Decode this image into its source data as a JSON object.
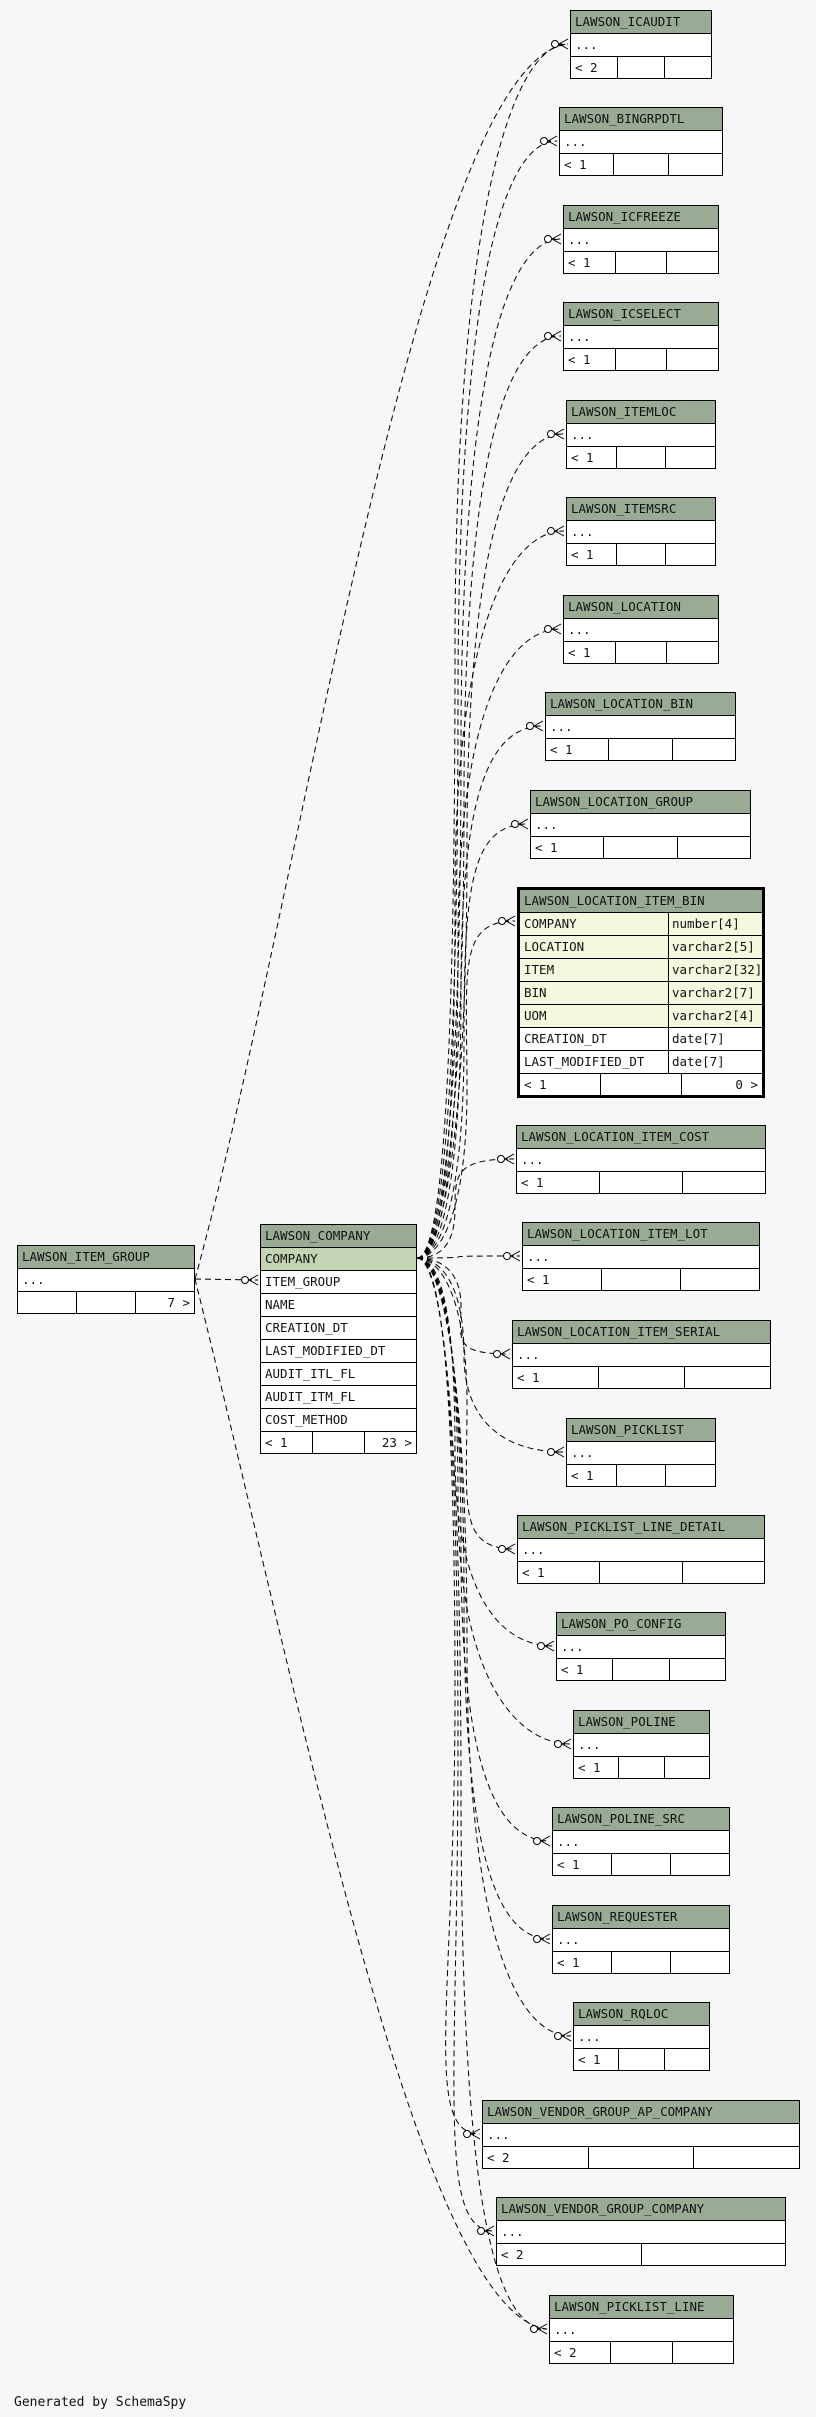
{
  "diagram": {
    "footer": "Generated by SchemaSpy",
    "line_color": "#000000",
    "header_color": "#9aab95",
    "pk_color": "#c3d3b3",
    "key_color": "#f5f7de",
    "tables": {
      "icaudit": {
        "name": "LAWSON_ICAUDIT",
        "rows": [
          {
            "name": "..."
          }
        ],
        "footer": [
          "< 2",
          "",
          ""
        ]
      },
      "bingrpdtl": {
        "name": "LAWSON_BINGRPDTL",
        "rows": [
          {
            "name": "..."
          }
        ],
        "footer": [
          "< 1",
          "",
          ""
        ]
      },
      "icfreeze": {
        "name": "LAWSON_ICFREEZE",
        "rows": [
          {
            "name": "..."
          }
        ],
        "footer": [
          "< 1",
          "",
          ""
        ]
      },
      "icselect": {
        "name": "LAWSON_ICSELECT",
        "rows": [
          {
            "name": "..."
          }
        ],
        "footer": [
          "< 1",
          "",
          ""
        ]
      },
      "itemloc": {
        "name": "LAWSON_ITEMLOC",
        "rows": [
          {
            "name": "..."
          }
        ],
        "footer": [
          "< 1",
          "",
          ""
        ]
      },
      "itemsrc": {
        "name": "LAWSON_ITEMSRC",
        "rows": [
          {
            "name": "..."
          }
        ],
        "footer": [
          "< 1",
          "",
          ""
        ]
      },
      "location": {
        "name": "LAWSON_LOCATION",
        "rows": [
          {
            "name": "..."
          }
        ],
        "footer": [
          "< 1",
          "",
          ""
        ]
      },
      "location_bin": {
        "name": "LAWSON_LOCATION_BIN",
        "rows": [
          {
            "name": "..."
          }
        ],
        "footer": [
          "< 1",
          "",
          ""
        ]
      },
      "location_group": {
        "name": "LAWSON_LOCATION_GROUP",
        "rows": [
          {
            "name": "..."
          }
        ],
        "footer": [
          "< 1",
          "",
          ""
        ]
      },
      "location_item_bin": {
        "name": "LAWSON_LOCATION_ITEM_BIN",
        "rows": [
          {
            "name": "COMPANY",
            "type": "number[4]",
            "key": true
          },
          {
            "name": "LOCATION",
            "type": "varchar2[5]",
            "key": true
          },
          {
            "name": "ITEM",
            "type": "varchar2[32]",
            "key": true
          },
          {
            "name": "BIN",
            "type": "varchar2[7]",
            "key": true
          },
          {
            "name": "UOM",
            "type": "varchar2[4]",
            "key": true
          },
          {
            "name": "CREATION_DT",
            "type": "date[7]"
          },
          {
            "name": "LAST_MODIFIED_DT",
            "type": "date[7]"
          }
        ],
        "footer": [
          "< 1",
          "",
          "0 >"
        ]
      },
      "location_item_cost": {
        "name": "LAWSON_LOCATION_ITEM_COST",
        "rows": [
          {
            "name": "..."
          }
        ],
        "footer": [
          "< 1",
          "",
          ""
        ]
      },
      "location_item_lot": {
        "name": "LAWSON_LOCATION_ITEM_LOT",
        "rows": [
          {
            "name": "..."
          }
        ],
        "footer": [
          "< 1",
          "",
          ""
        ]
      },
      "location_item_serial": {
        "name": "LAWSON_LOCATION_ITEM_SERIAL",
        "rows": [
          {
            "name": "..."
          }
        ],
        "footer": [
          "< 1",
          "",
          ""
        ]
      },
      "picklist": {
        "name": "LAWSON_PICKLIST",
        "rows": [
          {
            "name": "..."
          }
        ],
        "footer": [
          "< 1",
          "",
          ""
        ]
      },
      "picklist_line_detail": {
        "name": "LAWSON_PICKLIST_LINE_DETAIL",
        "rows": [
          {
            "name": "..."
          }
        ],
        "footer": [
          "< 1",
          "",
          ""
        ]
      },
      "po_config": {
        "name": "LAWSON_PO_CONFIG",
        "rows": [
          {
            "name": "..."
          }
        ],
        "footer": [
          "< 1",
          "",
          ""
        ]
      },
      "poline": {
        "name": "LAWSON_POLINE",
        "rows": [
          {
            "name": "..."
          }
        ],
        "footer": [
          "< 1",
          "",
          ""
        ]
      },
      "poline_src": {
        "name": "LAWSON_POLINE_SRC",
        "rows": [
          {
            "name": "..."
          }
        ],
        "footer": [
          "< 1",
          "",
          ""
        ]
      },
      "requester": {
        "name": "LAWSON_REQUESTER",
        "rows": [
          {
            "name": "..."
          }
        ],
        "footer": [
          "< 1",
          "",
          ""
        ]
      },
      "rqloc": {
        "name": "LAWSON_RQLOC",
        "rows": [
          {
            "name": "..."
          }
        ],
        "footer": [
          "< 1",
          "",
          ""
        ]
      },
      "vendor_group_ap_company": {
        "name": "LAWSON_VENDOR_GROUP_AP_COMPANY",
        "rows": [
          {
            "name": "..."
          }
        ],
        "footer": [
          "< 2",
          "",
          ""
        ]
      },
      "vendor_group_company": {
        "name": "LAWSON_VENDOR_GROUP_COMPANY",
        "rows": [
          {
            "name": "..."
          }
        ],
        "footer": [
          "< 2",
          ""
        ]
      },
      "picklist_line": {
        "name": "LAWSON_PICKLIST_LINE",
        "rows": [
          {
            "name": "..."
          }
        ],
        "footer": [
          "< 2",
          "",
          ""
        ]
      },
      "item_group": {
        "name": "LAWSON_ITEM_GROUP",
        "rows": [
          {
            "name": "..."
          }
        ],
        "footer": [
          "",
          "",
          "7 >"
        ]
      },
      "company": {
        "name": "LAWSON_COMPANY",
        "rows": [
          {
            "name": "COMPANY",
            "pk": true
          },
          {
            "name": "ITEM_GROUP"
          },
          {
            "name": "NAME"
          },
          {
            "name": "CREATION_DT"
          },
          {
            "name": "LAST_MODIFIED_DT"
          },
          {
            "name": "AUDIT_ITL_FL"
          },
          {
            "name": "AUDIT_ITM_FL"
          },
          {
            "name": "COST_METHOD"
          }
        ],
        "footer": [
          "< 1",
          "",
          "23 >"
        ]
      }
    }
  }
}
